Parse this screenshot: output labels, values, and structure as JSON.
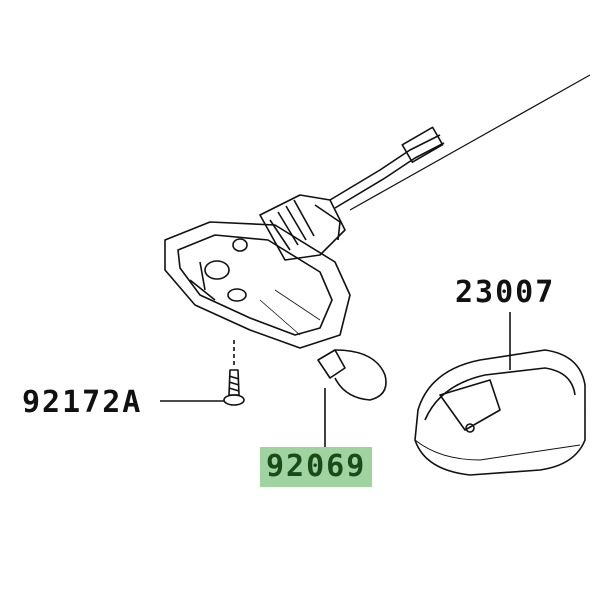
{
  "parts": [
    {
      "number": "23007",
      "name": "lens"
    },
    {
      "number": "92172A",
      "name": "screw"
    },
    {
      "number": "92069",
      "name": "bulb",
      "highlighted": true
    }
  ],
  "colors": {
    "highlight": "#9fd4a0",
    "highlight_text": "#1a4a1a",
    "line": "#111111"
  }
}
